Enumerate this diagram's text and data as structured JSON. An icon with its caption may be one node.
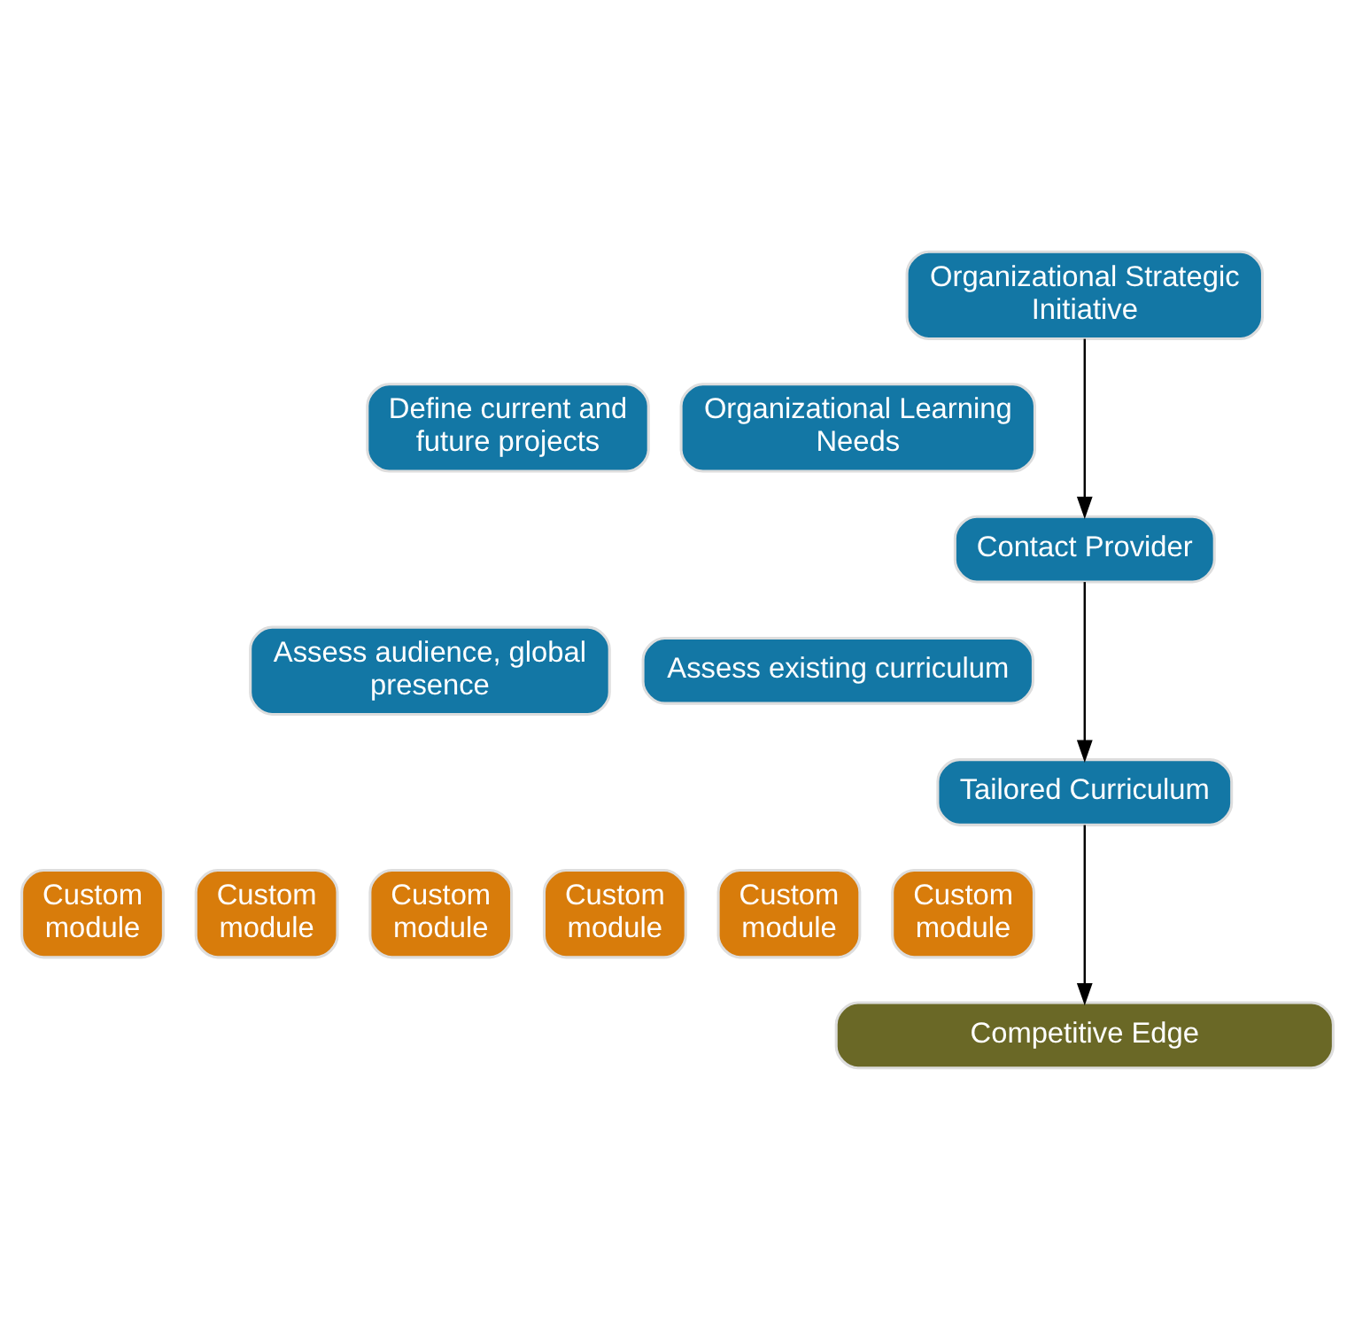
{
  "diagram": {
    "nodes": [
      {
        "text": [
          "Organizational Strategic Initiative"
        ]
      },
      {
        "text": [
          "Define current and future projects"
        ]
      },
      {
        "text": [
          "Organizational Learning Needs"
        ]
      },
      {
        "text": [
          "Contact Provider"
        ]
      },
      {
        "text": [
          "Assess audience, global presence"
        ]
      },
      {
        "text": [
          "Assess existing curriculum"
        ]
      },
      {
        "text": [
          "Tailored Curriculum"
        ]
      },
      {
        "text": [
          "Custom module"
        ]
      },
      {
        "text": [
          "Custom module"
        ]
      },
      {
        "text": [
          "Custom module"
        ]
      },
      {
        "text": [
          "Custom module"
        ]
      },
      {
        "text": [
          "Custom module"
        ]
      },
      {
        "text": [
          "Custom module"
        ]
      },
      {
        "text": [
          "Competitive Edge"
        ]
      }
    ],
    "edges": [
      {
        "from": 0,
        "to": 3,
        "arrow": "to"
      },
      {
        "from": 3,
        "to": 6,
        "arrow": "to"
      },
      {
        "from": 6,
        "to": 13,
        "arrow": "to"
      }
    ]
  }
}
